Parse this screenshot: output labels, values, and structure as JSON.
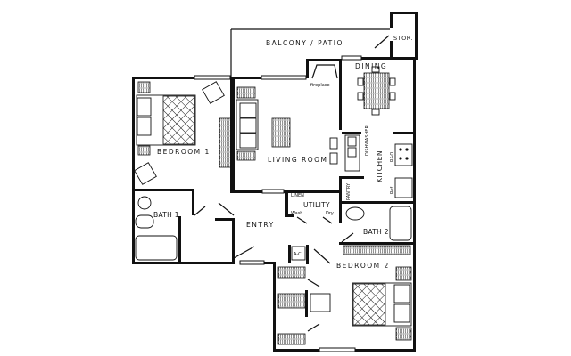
{
  "rooms": {
    "balcony": "BALCONY / PATIO",
    "storage": "STOR.",
    "dining": "DINING",
    "fireplace": "fireplace",
    "bedroom1": "BEDROOM 1",
    "living": "LIVING ROOM",
    "kitchen": "KITCHEN",
    "bath1": "BATH 1",
    "entry": "ENTRY",
    "utility": "UTILITY",
    "linen": "LINEN",
    "wash": "Wash",
    "dry": "Dry",
    "bath2": "BATH 2",
    "bedroom2": "BEDROOM 2",
    "ac": "A-C",
    "pantry": "PANTRY",
    "dishwasher": "DISHWASHER",
    "range": "R&O",
    "refrigerator": "Ref"
  },
  "colors": {
    "ink": "#111111",
    "paper": "#ffffff"
  }
}
